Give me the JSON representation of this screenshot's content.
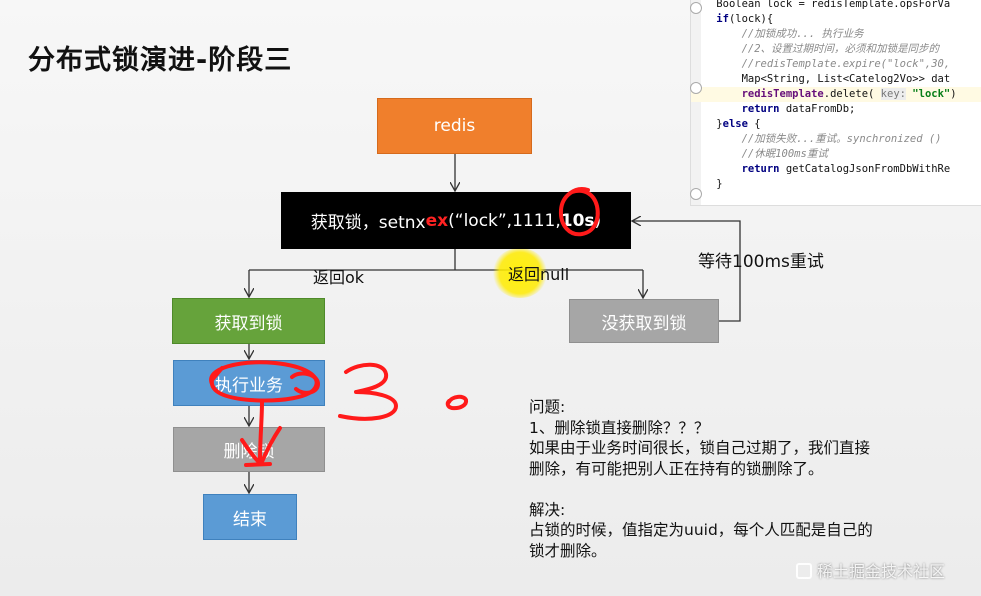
{
  "slide": {
    "title": "分布式锁演进-阶段三"
  },
  "flowchart": {
    "redis": "redis",
    "setnx_prefix": "获取锁，setnx",
    "setnx_ex": "ex",
    "setnx_args": "(“lock”,1111,",
    "setnx_ttl": "10s",
    "setnx_suffix": ")",
    "return_ok": "返回ok",
    "return_null": "返回null",
    "acquire_lock": "获取到锁",
    "no_lock": "没获取到锁",
    "wait_retry": "等待100ms重试",
    "execute_business": "执行业务",
    "delete_lock": "删除锁",
    "end": "结束"
  },
  "colors": {
    "orange": "#f07f2c",
    "black": "#000000",
    "green": "#66a33b",
    "gray": "#a6a6a6",
    "blue": "#5b9bd5",
    "annotation_red": "#ff1a1a",
    "highlight_yellow": "#ffeb00"
  },
  "code": {
    "lines": [
      {
        "indent": "    ",
        "text": "Boolean lock = redisTemplate.opsForVa"
      },
      {
        "indent": "    ",
        "kw": "if",
        "text": "(lock){"
      },
      {
        "indent": "        ",
        "comment": "//加锁成功... 执行业务"
      },
      {
        "indent": "        ",
        "comment": "//2、设置过期时间，必须和加锁是同步的"
      },
      {
        "indent": "        ",
        "comment": "//redisTemplate.expire(\"lock\",30,"
      },
      {
        "indent": "        ",
        "text": "Map<String, List<Catelog2Vo>> dat"
      },
      {
        "indent": "        ",
        "field": "redisTemplate",
        "text": ".delete(",
        "hint": "key:",
        "str": "\"lock\"",
        "tail": ")"
      },
      {
        "indent": "        ",
        "kw": "return",
        "text": " dataFromDb;"
      },
      {
        "indent": "    ",
        "text": "}",
        "kw2": "else",
        "tail": " {"
      },
      {
        "indent": "        ",
        "comment": "//加锁失败...重试。synchronized ()"
      },
      {
        "indent": "        ",
        "comment": "//休眠100ms重试"
      },
      {
        "indent": "        ",
        "kw": "return",
        "text": " getCatalogJsonFromDbWithRe"
      },
      {
        "indent": "    ",
        "text": "}"
      }
    ]
  },
  "notes": {
    "problem_title": "问题:",
    "problem_1": "1、删除锁直接删除？？？",
    "problem_desc_1": "如果由于业务时间很长，锁自己过期了，我们直接",
    "problem_desc_2": "删除，有可能把别人正在持有的锁删除了。",
    "solution_title": "解决:",
    "solution_desc_1": "占锁的时候，值指定为uuid，每个人匹配是自己的",
    "solution_desc_2": "锁才删除。"
  },
  "watermark": "稀土掘金技术社区"
}
